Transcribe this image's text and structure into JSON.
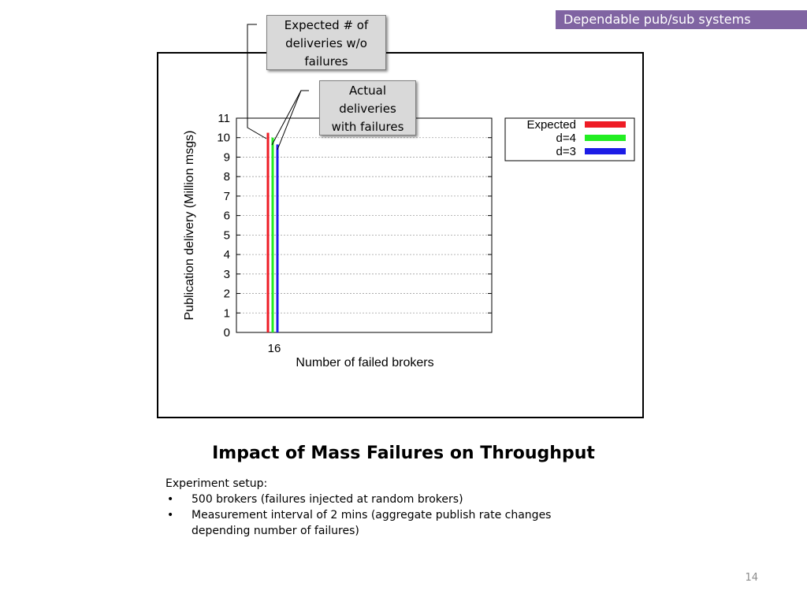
{
  "header": {
    "tag": "Dependable pub/sub systems"
  },
  "callouts": {
    "expected_lines": [
      "Expected # of",
      "deliveries w/o",
      "failures"
    ],
    "actual_lines": [
      "Actual",
      "deliveries",
      "with failures"
    ]
  },
  "slide": {
    "title": "Impact of Mass Failures on Throughput",
    "setup_heading": "Experiment setup:",
    "bullets": [
      "500 brokers (failures injected at random brokers)",
      "Measurement interval of 2 mins (aggregate publish rate changes depending number of failures)"
    ],
    "page_number": "14"
  },
  "chart_data": {
    "type": "bar",
    "categories": [
      "16"
    ],
    "series": [
      {
        "name": "Expected",
        "values": [
          10.25
        ],
        "color": "#ee1c25"
      },
      {
        "name": "d=4",
        "values": [
          10.0
        ],
        "color": "#22ee22"
      },
      {
        "name": "d=3",
        "values": [
          9.65
        ],
        "color": "#1c1ce6"
      }
    ],
    "xlabel": "Number of failed brokers",
    "ylabel": "Publication delivery (Million msgs)",
    "ylim": [
      0,
      11
    ],
    "yticks": [
      "0",
      "1",
      "2",
      "3",
      "4",
      "5",
      "6",
      "7",
      "8",
      "9",
      "10",
      "11"
    ],
    "grid": true,
    "legend": "top-right, outside plot"
  }
}
